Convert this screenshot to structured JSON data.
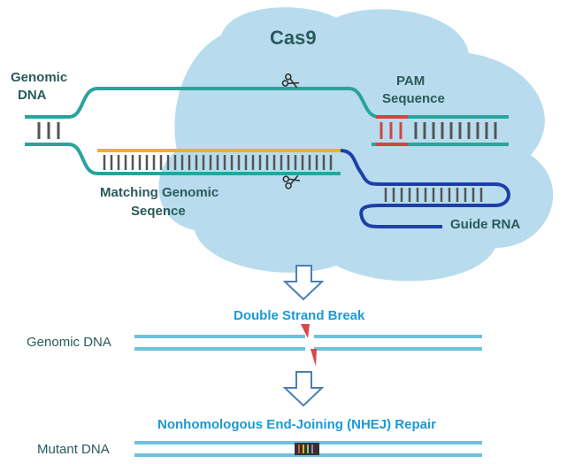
{
  "top": {
    "cas9_label": "Cas9",
    "genomic_dna_line1": "Genomic",
    "genomic_dna_line2": "DNA",
    "pam_line1": "PAM",
    "pam_line2": "Sequence",
    "matching_line1": "Matching Genomic",
    "matching_line2": "Seqence",
    "guide_rna": "Guide RNA"
  },
  "middle": {
    "double_strand_break": "Double Strand Break",
    "genomic_dna": "Genomic DNA"
  },
  "bottom": {
    "nhej_repair": "Nonhomologous End-Joining (NHEJ) Repair",
    "mutant_dna": "Mutant DNA"
  },
  "colors": {
    "cas9_blob": "#b8dcee",
    "dna_strand": "#2aa39c",
    "guide_rna": "#1f3fa8",
    "matching_highlight": "#f0b21a",
    "pam": "#d0463e",
    "label_dark": "#2a5a5a",
    "label_blue": "#1a9ad6",
    "break_red": "#d24a4a",
    "line_blue": "#6cc2e0"
  }
}
